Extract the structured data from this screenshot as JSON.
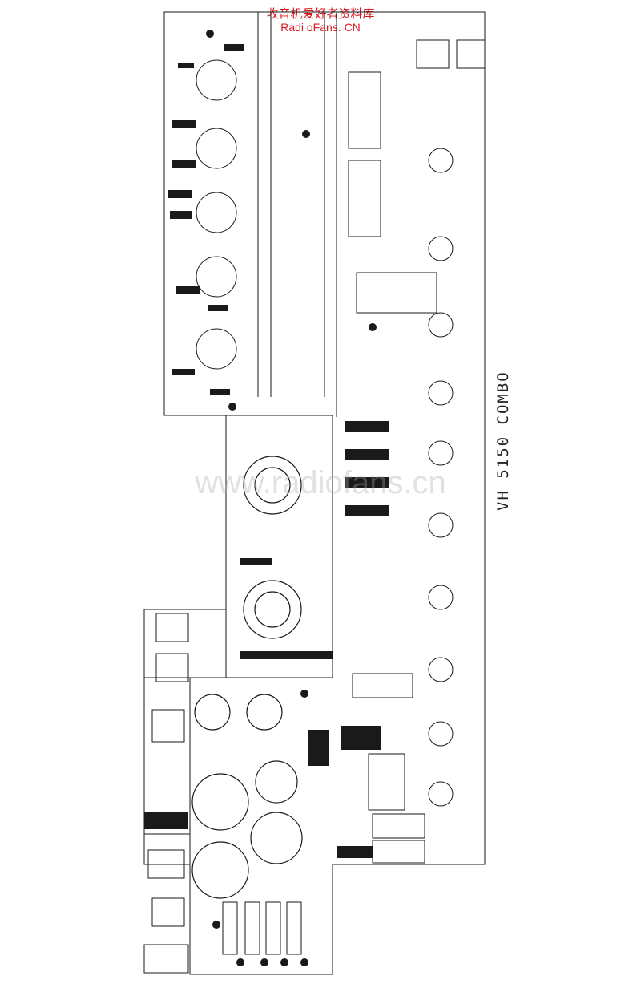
{
  "header": {
    "site_name_cn": "收音机爱好者资料库",
    "site_name_en": "Radi oFans. CN"
  },
  "board": {
    "model_label": "VH 5150 COMBO"
  },
  "watermark": {
    "text": "www.radiofans.cn"
  },
  "colors": {
    "header_text": "#d8181e",
    "trace_ink": "#1a1a1a",
    "background": "#ffffff"
  }
}
